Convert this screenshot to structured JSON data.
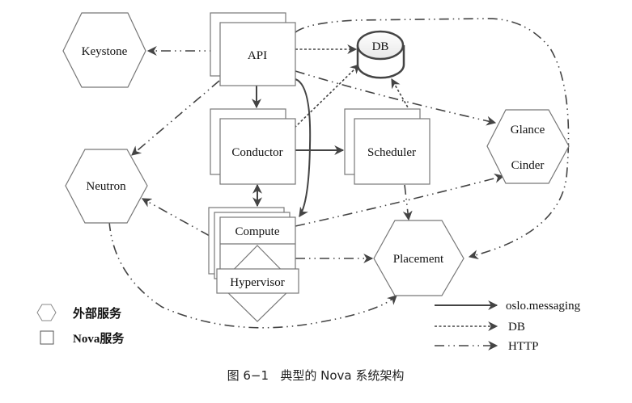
{
  "diagram": {
    "nodes": {
      "keystone": {
        "label": "Keystone",
        "kind": "external"
      },
      "api": {
        "label": "API",
        "kind": "nova"
      },
      "db": {
        "label": "DB",
        "kind": "database"
      },
      "conductor": {
        "label": "Conductor",
        "kind": "nova"
      },
      "scheduler": {
        "label": "Scheduler",
        "kind": "nova"
      },
      "glance_cinder": {
        "label_1": "Glance",
        "label_2": "Cinder",
        "kind": "external"
      },
      "neutron": {
        "label": "Neutron",
        "kind": "external"
      },
      "compute": {
        "label": "Compute",
        "kind": "nova"
      },
      "hypervisor": {
        "label": "Hypervisor",
        "kind": "nova"
      },
      "placement": {
        "label": "Placement",
        "kind": "external"
      }
    },
    "edges": [
      {
        "from": "API",
        "to": "Keystone",
        "type": "HTTP"
      },
      {
        "from": "API",
        "to": "DB",
        "type": "DB"
      },
      {
        "from": "API",
        "to": "Conductor",
        "type": "oslo.messaging"
      },
      {
        "from": "API",
        "to": "Compute",
        "type": "oslo.messaging"
      },
      {
        "from": "API",
        "to": "Neutron",
        "type": "HTTP"
      },
      {
        "from": "API",
        "to": "Glance/Cinder",
        "type": "HTTP"
      },
      {
        "from": "API",
        "to": "Placement",
        "type": "HTTP"
      },
      {
        "from": "Conductor",
        "to": "DB",
        "type": "DB"
      },
      {
        "from": "Conductor",
        "to": "Scheduler",
        "type": "oslo.messaging"
      },
      {
        "from": "Conductor",
        "to": "Compute",
        "type": "oslo.messaging",
        "bidirectional": true
      },
      {
        "from": "Scheduler",
        "to": "DB",
        "type": "DB"
      },
      {
        "from": "Scheduler",
        "to": "Placement",
        "type": "HTTP"
      },
      {
        "from": "Compute",
        "to": "Neutron",
        "type": "HTTP"
      },
      {
        "from": "Compute",
        "to": "Glance/Cinder",
        "type": "HTTP"
      },
      {
        "from": "Compute",
        "to": "Placement",
        "type": "HTTP"
      },
      {
        "from": "Neutron",
        "to": "Placement",
        "type": "HTTP"
      }
    ]
  },
  "legend_shapes": {
    "external": "外部服务",
    "nova_prefix": "Nova",
    "nova_suffix": "服务"
  },
  "legend_lines": {
    "messaging": "oslo.messaging",
    "db": "DB",
    "http": "HTTP"
  },
  "caption": "图 6−1   典型的 Nova 系统架构",
  "colors": {
    "line": "#444444",
    "shape_stroke": "#777777",
    "background": "#ffffff"
  }
}
